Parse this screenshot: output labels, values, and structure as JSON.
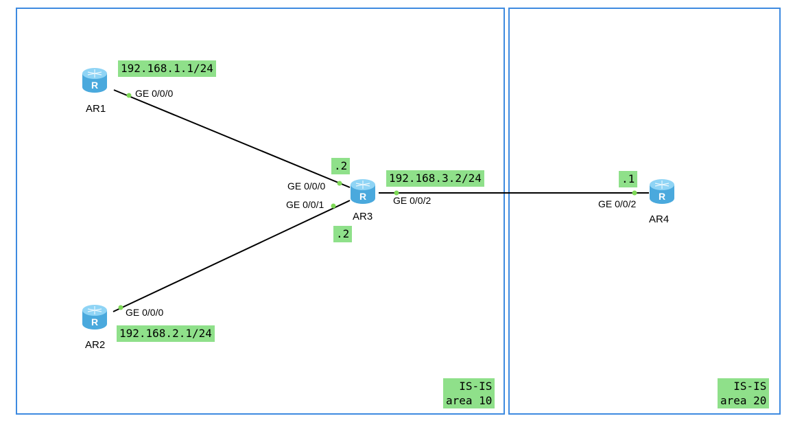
{
  "areas": [
    {
      "id": "area10",
      "label_line1": "IS-IS",
      "label_line2": "area 10"
    },
    {
      "id": "area20",
      "label_line1": "IS-IS",
      "label_line2": "area 20"
    }
  ],
  "routers": {
    "ar1": {
      "name": "AR1",
      "icon_letter": "R"
    },
    "ar2": {
      "name": "AR2",
      "icon_letter": "R"
    },
    "ar3": {
      "name": "AR3",
      "icon_letter": "R"
    },
    "ar4": {
      "name": "AR4",
      "icon_letter": "R"
    }
  },
  "ports": {
    "ar1_g000": "GE 0/0/0",
    "ar2_g000": "GE 0/0/0",
    "ar3_g000": "GE 0/0/0",
    "ar3_g001": "GE 0/0/1",
    "ar3_g002": "GE 0/0/2",
    "ar4_g002": "GE 0/0/2"
  },
  "ip_labels": {
    "ar1_net": "192.168.1.1/24",
    "ar2_net": "192.168.2.1/24",
    "ar3_net": "192.168.3.2/24",
    "ar3_g000_host": ".2",
    "ar3_g001_host": ".2",
    "ar4_host": ".1"
  },
  "links": [
    {
      "from": "AR1",
      "from_port": "GE 0/0/0",
      "to": "AR3",
      "to_port": "GE 0/0/0"
    },
    {
      "from": "AR2",
      "from_port": "GE 0/0/0",
      "to": "AR3",
      "to_port": "GE 0/0/1"
    },
    {
      "from": "AR3",
      "from_port": "GE 0/0/2",
      "to": "AR4",
      "to_port": "GE 0/0/2"
    }
  ],
  "colors": {
    "area_border": "#3d8ae0",
    "label_bg": "#8fe08a",
    "port_dot": "#7ed957",
    "router_body": "#5bb8e8",
    "link": "#000000"
  }
}
